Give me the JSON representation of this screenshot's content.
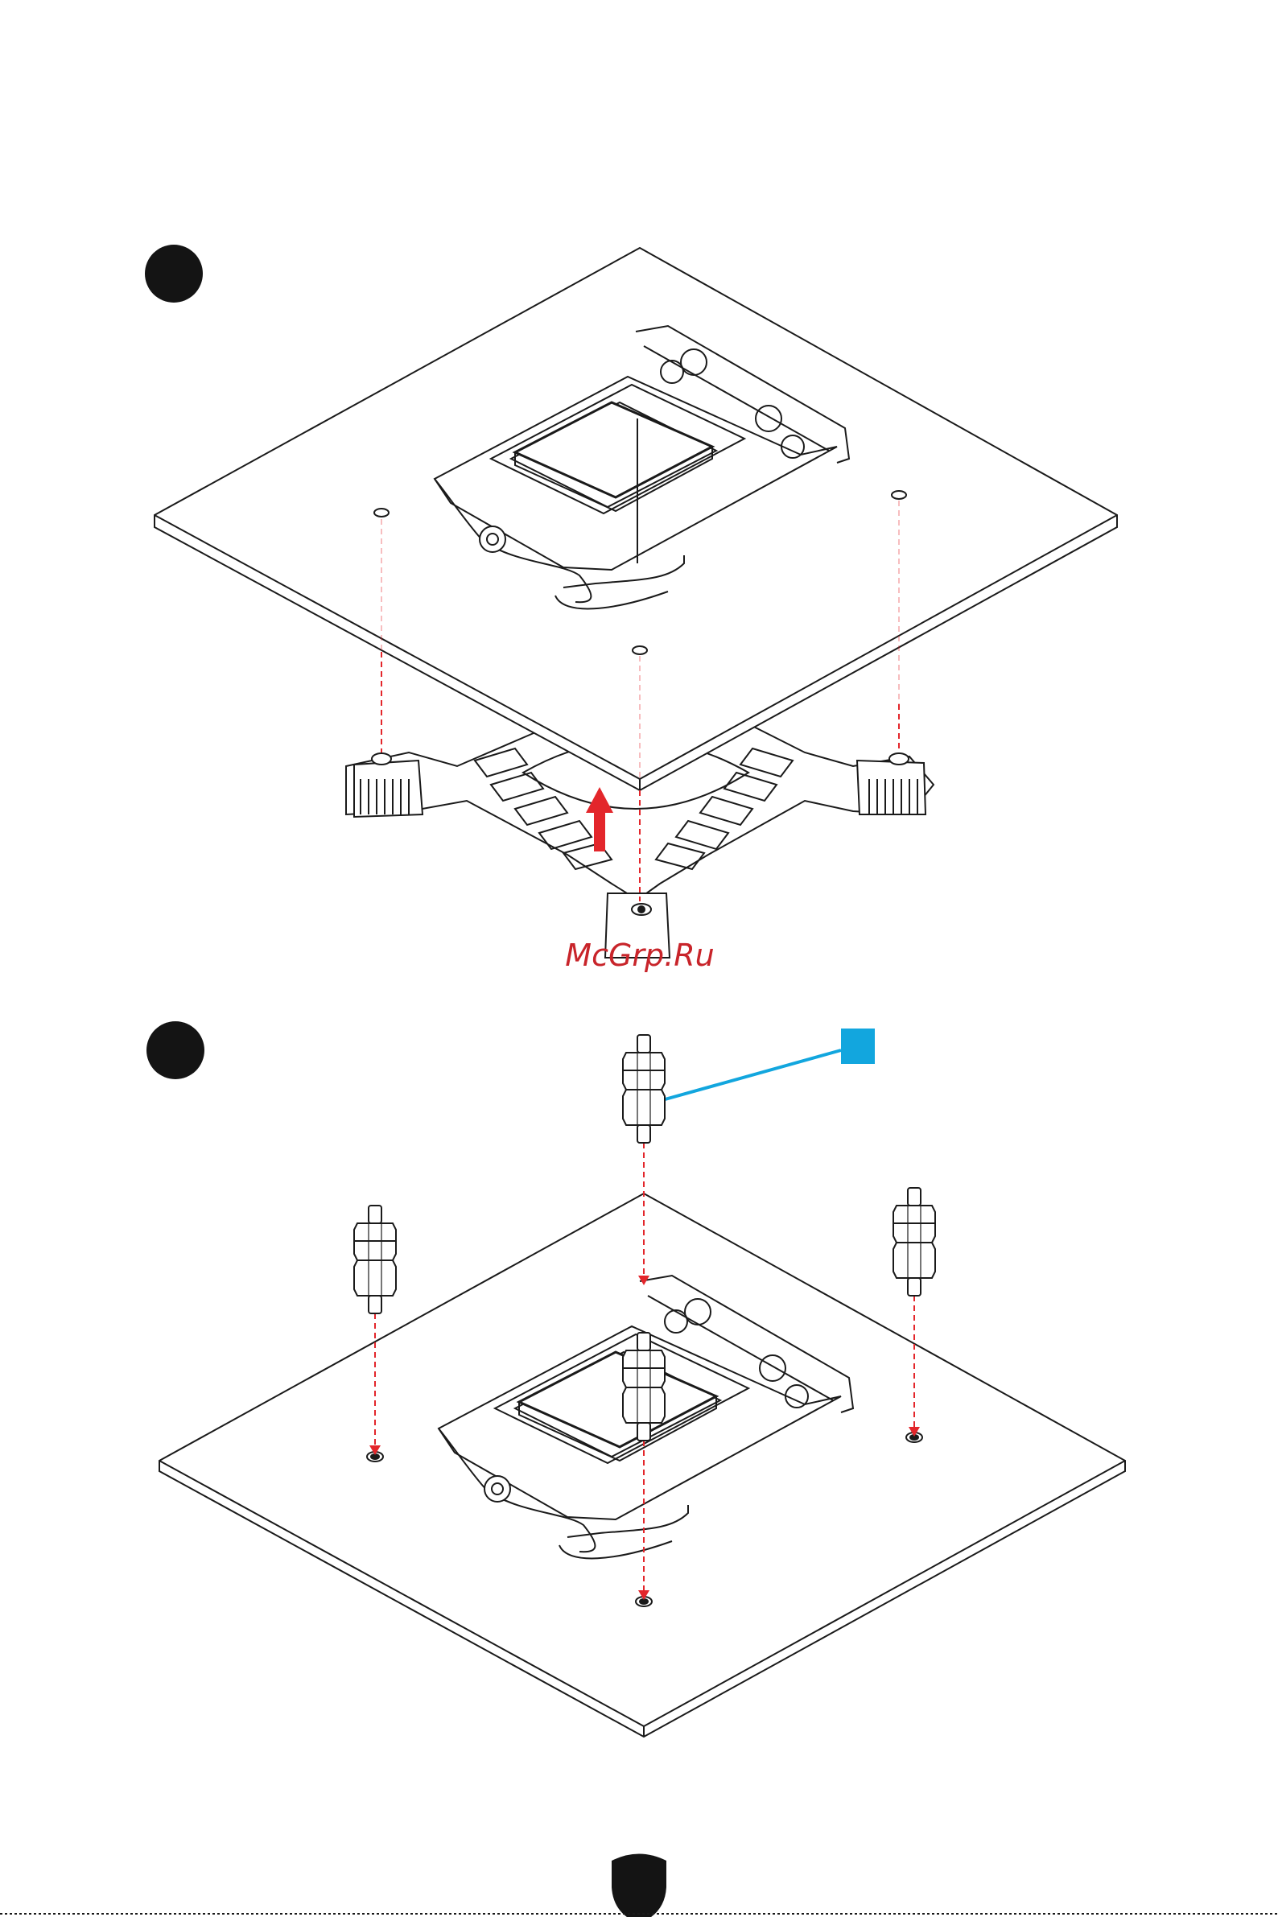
{
  "watermark": "McGrp.Ru",
  "colors": {
    "line": "#1a1a1a",
    "accent_red": "#e3262b",
    "callout_blue": "#12a6de",
    "badge": "#141414",
    "background": "#ffffff"
  },
  "steps": [
    {
      "id": "step-1",
      "badge": "",
      "illustration": "remove-backplate"
    },
    {
      "id": "step-2",
      "badge": "",
      "illustration": "install-standoffs"
    }
  ],
  "callout": {
    "label": ""
  },
  "icons": {
    "step_badge": "step-number-circle-icon",
    "lift_arrow": "arrow-up-icon",
    "footer_logo": "shield-icon",
    "screw": "screw-icon",
    "standoff": "standoff-icon"
  }
}
